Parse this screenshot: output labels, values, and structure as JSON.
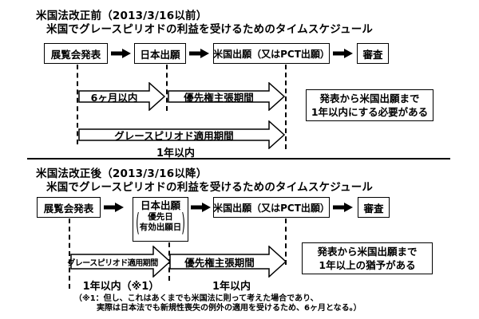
{
  "colors": {
    "foreground": "#000000",
    "background": "#ffffff"
  },
  "before": {
    "title": "米国法改正前（2013/3/16以前）",
    "subtitle": "米国でグレースピリオドの利益を受けるためのタイムスケジュール",
    "flow": {
      "exhibition": "展覧会発表",
      "japan": "日本出願",
      "us": "米国出願（又はPCT出願）",
      "examination": "審査"
    },
    "periods": {
      "six_months": "6ヶ月以内",
      "priority": "優先権主張期間",
      "grace": "グレースピリオド適用期間",
      "total_label": "1年以内"
    },
    "note": {
      "line1": "発表から米国出願まで",
      "line2": "1年以内にする必要がある"
    }
  },
  "after": {
    "title": "米国法改正後（2013/3/16以降）",
    "subtitle": "米国でグレースピリオドの利益を受けるためのタイムスケジュール",
    "flow": {
      "exhibition": "展覧会発表",
      "japan": "日本出願",
      "japan_note1": "優先日",
      "japan_note2": "有効出願日",
      "us": "米国出願（又はPCT出願）",
      "examination": "審査"
    },
    "periods": {
      "grace": "グレースピリオド適用期間",
      "grace_label": "1年以内（※1）",
      "priority": "優先権主張期間",
      "priority_label": "1年以内"
    },
    "note": {
      "line1": "発表から米国出願まで",
      "line2": "1年以上の猶予がある"
    },
    "footnote": {
      "line1": "（※1：但し、これはあくまでも米国法に則って考えた場合であり、",
      "line2": "実際は日本法でも新規性喪失の例外の適用を受けるため、6ヶ月となる。）"
    }
  }
}
